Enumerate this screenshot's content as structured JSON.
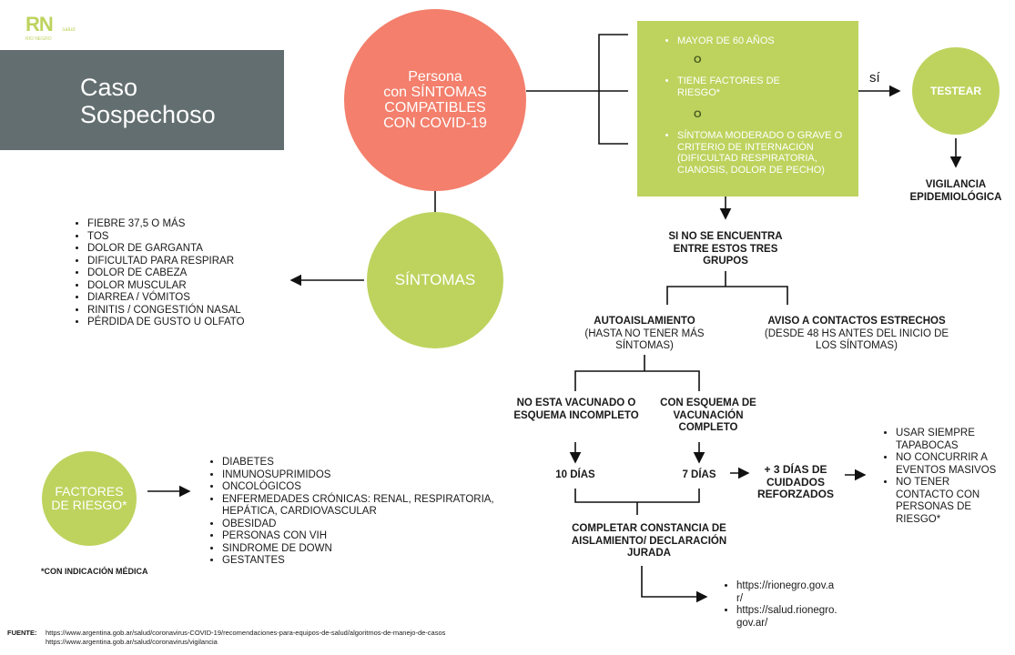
{
  "colors": {
    "green": "#bdd35e",
    "salmon": "#f37f6c",
    "gray": "#636e70"
  },
  "logo": {
    "mark": "RN",
    "sub": "RIO NEGRO",
    "label": "salud"
  },
  "title": "Caso Sospechoso",
  "persona": {
    "line1": "Persona",
    "line2": "con SÍNTOMAS",
    "line3": "COMPATIBLES",
    "line4": "CON COVID-19"
  },
  "criteria": {
    "items": [
      "MAYOR DE 60 AÑOS",
      "TIENE FACTORES DE RIESGO*",
      "SÍNTOMA MODERADO O GRAVE  O CRITERIO DE INTERNACIÓN (DIFICULTAD RESPIRATORIA, CIANOSIS, DOLOR DE PECHO)"
    ],
    "separator": "O"
  },
  "yes_label": "sí",
  "testear": "TESTEAR",
  "vigilancia": "VIGILANCIA EPIDEMIOLÓGICA",
  "sintomas": {
    "label": "SÍNTOMAS",
    "items": [
      "FIEBRE  37,5 O MÁS",
      "TOS",
      "DOLOR DE GARGANTA",
      "DIFICULTAD PARA RESPIRAR",
      "DOLOR DE CABEZA",
      "DOLOR MUSCULAR",
      "DIARREA / VÓMITOS",
      "RINITIS / CONGESTIÓN NASAL",
      "PÉRDIDA DE GUSTO U OLFATO"
    ]
  },
  "no_group": "SI NO SE ENCUENTRA ENTRE ESTOS TRES GRUPOS",
  "autoaislamiento": {
    "title": "AUTOAISLAMIENTO",
    "sub": "(HASTA NO TENER MÁS SÍNTOMAS)"
  },
  "aviso": {
    "title": "AVISO A CONTACTOS ESTRECHOS",
    "sub": "(DESDE 48 HS ANTES DEL INICIO DE LOS SÍNTOMAS)"
  },
  "no_vacunado": "NO ESTA VACUNADO O ESQUEMA INCOMPLETO",
  "vacunado": "CON ESQUEMA DE VACUNACIÓN COMPLETO",
  "days_10": "10 DÍAS",
  "days_7": "7 DÍAS",
  "extra": "+ 3 DÍAS DE CUIDADOS REFORZADOS",
  "cuidados": [
    "USAR SIEMPRE TAPABOCAS",
    "NO CONCURRIR A EVENTOS MASIVOS",
    "NO TENER CONTACTO CON PERSONAS DE RIESGO*"
  ],
  "constancia": "COMPLETAR CONSTANCIA DE AISLAMIENTO/ DECLARACIÓN JURADA",
  "links": [
    "https://rionegro.gov.ar/",
    "https://salud.rionegro.gov.ar/"
  ],
  "factores": {
    "label": "FACTORES DE RIESGO*",
    "note": "*CON INDICACIÓN MÉDICA",
    "items": [
      "DIABETES",
      "INMUNOSUPRIMIDOS",
      "ONCOLÓGICOS",
      "ENFERMEDADES CRÓNICAS: RENAL, RESPIRATORIA, HEPÁTICA, CARDIOVASCULAR",
      "OBESIDAD",
      "PERSONAS CON VIH",
      "SINDROME DE DOWN",
      "GESTANTES"
    ]
  },
  "fuente": {
    "label": "FUENTE:",
    "urls": [
      "https://www.argentina.gob.ar/salud/coronavirus-COVID-19/recomendaciones-para-equipos-de-salud/algoritmos-de-manejo-de-casos",
      "https://www.argentina.gob.ar/salud/coronavirus/vigilancia"
    ]
  }
}
